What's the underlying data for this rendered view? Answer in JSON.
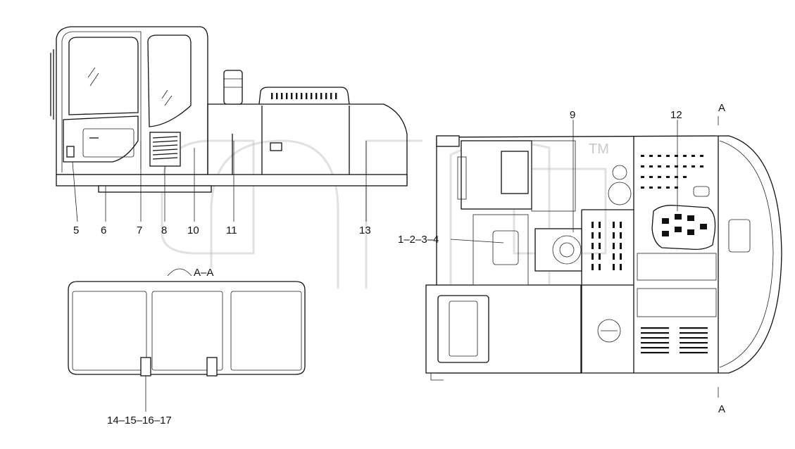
{
  "drawing": {
    "section_mark_top": "A",
    "section_mark_bottom": "A",
    "section_view_label": "A–A",
    "side_view_callouts": [
      "5",
      "6",
      "7",
      "8",
      "10",
      "11",
      "13"
    ],
    "top_view_callouts": [
      "9",
      "12"
    ],
    "group_callout_top": "1–2–3–4",
    "group_callout_section": "14–15–16–17",
    "watermark_text": "TM"
  }
}
